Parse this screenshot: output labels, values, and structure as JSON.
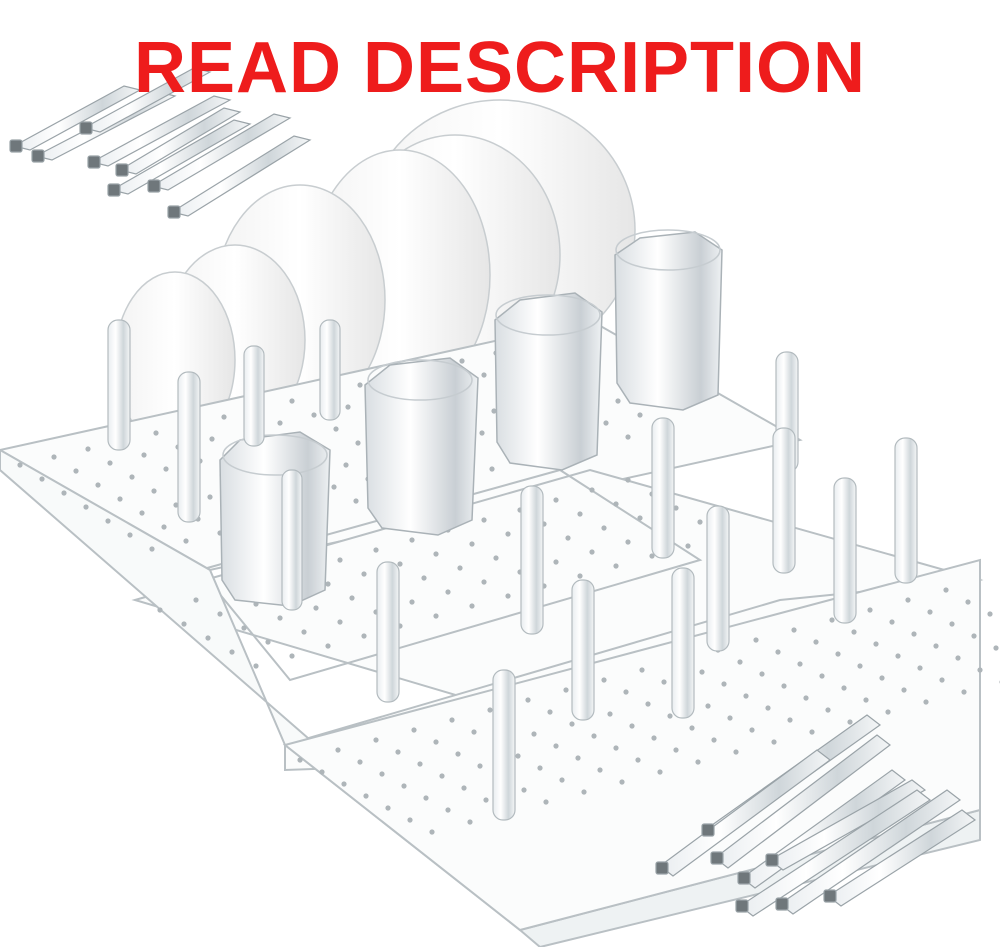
{
  "banner": {
    "text": "READ DESCRIPTION",
    "color": "#ee1c1c"
  },
  "product": {
    "subject": "clear acrylic pegboard dish rack with plates, saucers, glasses and spare pegs",
    "components": [
      "pegboard-panel",
      "acrylic-peg",
      "plate",
      "saucer",
      "glass",
      "spare-peg-bundle"
    ]
  }
}
